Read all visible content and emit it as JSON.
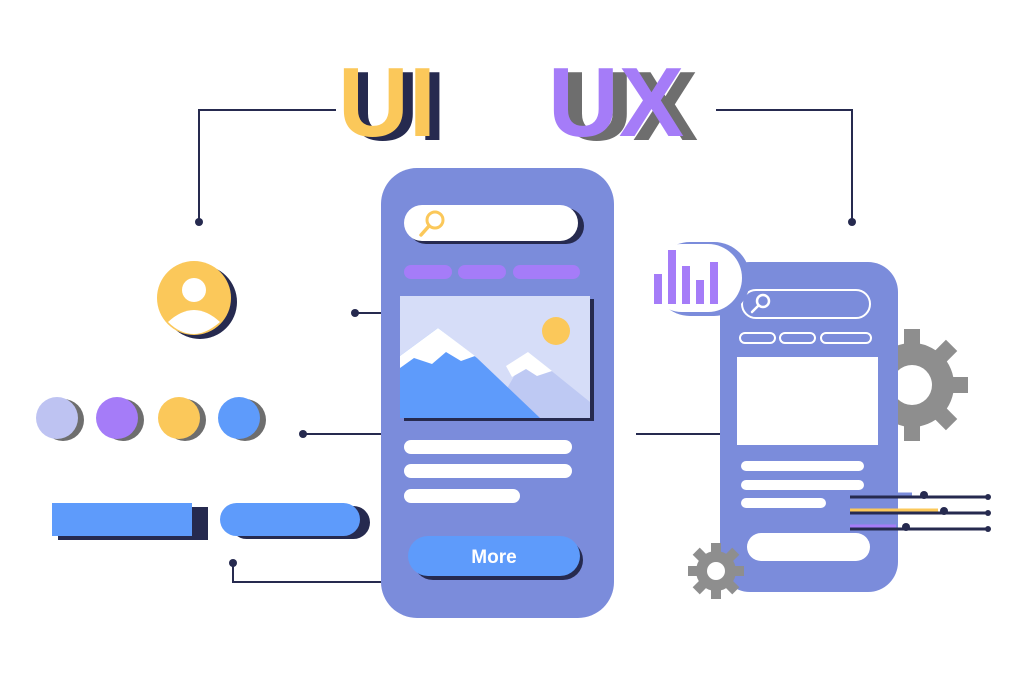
{
  "title": {
    "ui": "UI",
    "ux": "UX"
  },
  "phone_main": {
    "button_label": "More"
  },
  "colors": {
    "yellow": "#FBC85A",
    "purple": "#A57CF8",
    "blue": "#5E9BFB",
    "lavender": "#BEC3F2",
    "phone": "#7B8CDB",
    "navy": "#262A4F",
    "gray": "#8E8E8E"
  },
  "icons": [
    "search-icon",
    "user-icon",
    "bar-chart-icon",
    "gear-icon",
    "mountain-image-icon"
  ],
  "color_swatches": [
    "lavender",
    "purple",
    "yellow",
    "blue"
  ]
}
